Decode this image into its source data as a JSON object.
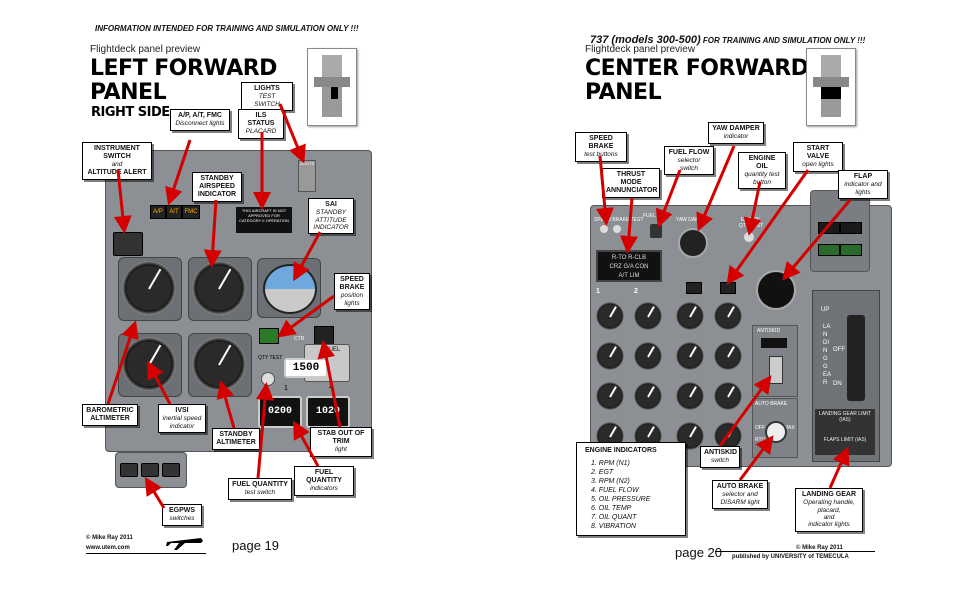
{
  "left": {
    "banner": "INFORMATION INTENDED FOR TRAINING AND SIMULATION ONLY !!!",
    "preview": "Flightdeck panel preview",
    "title_line1": "LEFT FORWARD",
    "title_line2": "PANEL",
    "title_line3": "RIGHT SIDE",
    "callouts": {
      "lights": {
        "bold": "LIGHTS",
        "ital": "TEST SWITCH"
      },
      "ap": {
        "bold": "A/P, A/T, FMC",
        "ital": "Disconnect lights"
      },
      "ils": {
        "bold": "ILS STATUS",
        "ital": "PLACARD"
      },
      "instr": {
        "bold": "INSTRUMENT SWITCH",
        "l2": "and",
        "l3": "ALTITUDE ALERT"
      },
      "standby_as": {
        "bold": "STANDBY AIRSPEED INDICATOR"
      },
      "sai": {
        "bold": "SAI",
        "ital": "STANDBY ATTITUDE INDICATOR"
      },
      "speedbrake": {
        "bold": "SPEED BRAKE",
        "ital": "position lights"
      },
      "baro": {
        "bold": "BAROMETRIC ALTIMETER"
      },
      "ivsi": {
        "bold": "IVSI",
        "ital": "inertial speed indicator"
      },
      "standby_alt": {
        "bold": "STANDBY ALTIMETER"
      },
      "stab": {
        "bold": "STAB OUT OF TRIM",
        "ital": "light"
      },
      "fq_test": {
        "bold": "FUEL QUANTITY",
        "ital": "test switch"
      },
      "fq_ind": {
        "bold": "FUEL QUANTITY",
        "ital": "indicators"
      },
      "egpws": {
        "bold": "EGPWS",
        "ital": "switches"
      }
    },
    "panel": {
      "annun_ap": "A/P",
      "annun_at": "A/T",
      "annun_fmc": "FMC",
      "placard": "THIS AIRCRAFT IS NOT APPROVED FOR CATEGORY II OPERATION",
      "fuel_top": "FUEL",
      "fuel_val1": "1500",
      "fuel_val2": "0200",
      "fuel_val3": "1020",
      "lights_sw": "LIGHTS",
      "ctr": "CTR",
      "qty_test": "QTY TEST",
      "num1": "1",
      "num2": "2"
    },
    "footer": {
      "copyright": "© Mike Ray 2011",
      "url": "www.utem.com",
      "page": "page 19"
    }
  },
  "right": {
    "banner_big": "737 (models 300-500)",
    "banner_rest": " FOR TRAINING AND SIMULATION ONLY !!!",
    "preview": "Flightdeck panel preview",
    "title_line1": "CENTER FORWARD",
    "title_line2": "PANEL",
    "callouts": {
      "speedbrake": {
        "bold": "SPEED BRAKE",
        "ital": "test buttons"
      },
      "thrust": {
        "bold": "THRUST MODE ANNUNCIATOR"
      },
      "fuelflow": {
        "bold": "FUEL FLOW",
        "ital": "selector switch"
      },
      "yaw": {
        "bold": "YAW DAMPER",
        "ital": "indicator"
      },
      "engoil": {
        "bold": "ENGINE OIL",
        "ital": "quantity test button"
      },
      "startvalve": {
        "bold": "START VALVE",
        "ital": "open lights"
      },
      "flap": {
        "bold": "FLAP",
        "ital": "indicator and lights"
      },
      "antiskid": {
        "bold": "ANTISKID",
        "ital": "switch"
      },
      "autobrake": {
        "bold": "AUTO BRAKE",
        "ital": "selector and DISARM light"
      },
      "landing": {
        "bold": "LANDING GEAR",
        "l2": "Operating handle,",
        "l3": "placard,",
        "l4": "and",
        "l5": "indicator lights"
      }
    },
    "engine_indicators": {
      "heading": "ENGINE INDICATORS",
      "items": [
        "1. RPM (N1)",
        "2. EGT",
        "3. RPM (N2)",
        "4. FUEL FLOW",
        "5. OIL PRESSURE",
        "6. OIL TEMP",
        "7. OIL QUANT",
        "8. VIBRATION"
      ]
    },
    "panel": {
      "thrust_l1": "R-TO  R-CLB",
      "thrust_l2": "CRZ  G/A  CON",
      "thrust_l3": "A/T LIM",
      "num1": "1",
      "num2": "2",
      "up": "UP",
      "landing_gear": "LANDING GEAR",
      "off": "OFF",
      "dn": "DN",
      "gear_limit": "LANDING GEAR LIMIT (IAS)",
      "flaps_limit": "FLAPS LIMIT (IAS)",
      "antiskid_lbl": "ANTISKID",
      "autobrake_lbl": "AUTO BRAKE",
      "off_knob": "OFF",
      "rto": "RTO",
      "max": "MAX",
      "spd_brake_test": "SPEED BRAKE TEST",
      "fuel_flow_sw": "FUEL FLOW",
      "yaw_damper": "YAW DAMPER",
      "eng_oil": "ENG OIL QTY TEST"
    },
    "footer": {
      "page": "page 20",
      "copyright": "© Mike Ray 2011",
      "publisher": "published by UNIVERSITY of TEMECULA"
    }
  },
  "colors": {
    "panel_gray": "#8c8f93",
    "arrow_red": "#d40000",
    "amber": "#ffb000",
    "green": "#33cc33"
  }
}
